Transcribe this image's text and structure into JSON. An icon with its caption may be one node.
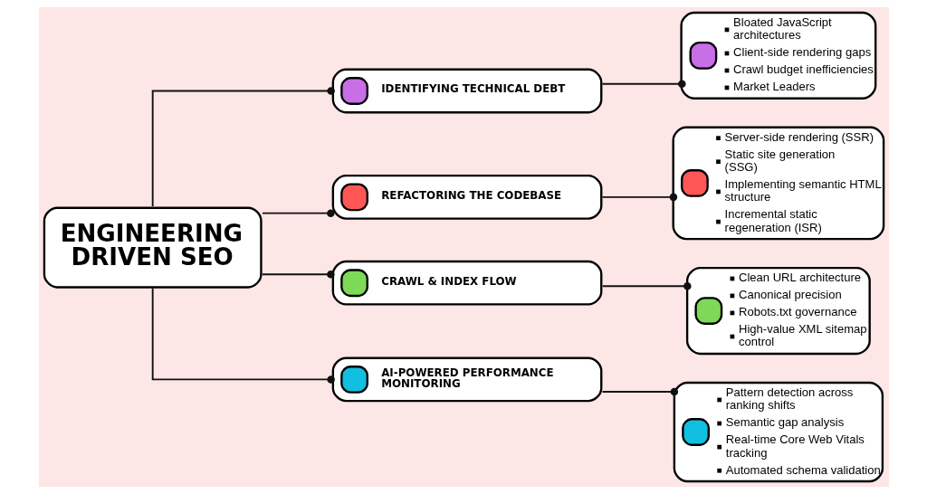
{
  "diagram": {
    "nodes": [
      {
        "text": [
          "ENGINEERING DRIVEN SEO"
        ]
      },
      {
        "text": [
          "IDENTIFYING TECHNICAL DEBT"
        ]
      },
      {
        "text": [
          "Bloated JavaScript architectures",
          "Client-side rendering gaps",
          "Crawl budget inefficiencies",
          "Market Leaders"
        ]
      },
      {
        "text": [
          "REFACTORING THE CODEBASE"
        ]
      },
      {
        "text": [
          "Server-side rendering (SSR)",
          "Static site generation (SSG)",
          "Implementing semantic HTML structure",
          "Incremental static regeneration (ISR)"
        ]
      },
      {
        "text": [
          "CRAWL & INDEX FLOW"
        ]
      },
      {
        "text": [
          "Clean URL architecture",
          "Canonical precision",
          "Robots.txt governance",
          "High-value XML sitemap control"
        ]
      },
      {
        "text": [
          "AI-POWERED PERFORMANCE MONITORING"
        ]
      },
      {
        "text": [
          "Pattern detection across ranking shifts",
          "Semantic gap analysis",
          "Real-time Core Web Vitals tracking",
          "Automated schema validation"
        ]
      }
    ],
    "edges": [
      {
        "from": 0,
        "to": 1,
        "arrow": "other"
      },
      {
        "from": 0,
        "to": 3,
        "arrow": "other"
      },
      {
        "from": 0,
        "to": 5,
        "arrow": "other"
      },
      {
        "from": 0,
        "to": 7,
        "arrow": "other"
      },
      {
        "from": 1,
        "to": 2,
        "arrow": "other"
      },
      {
        "from": 3,
        "to": 4,
        "arrow": "other"
      },
      {
        "from": 5,
        "to": 6,
        "arrow": "other"
      },
      {
        "from": 7,
        "to": 8,
        "arrow": "other"
      }
    ]
  }
}
